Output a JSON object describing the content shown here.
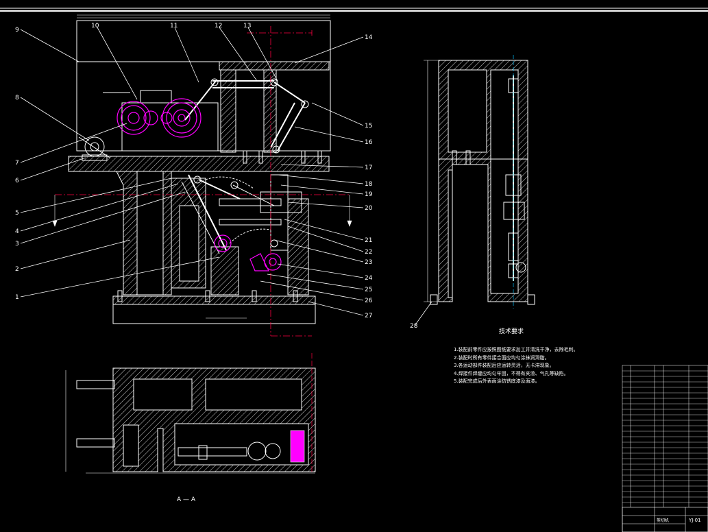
{
  "labels": {
    "left": [
      "9",
      "8",
      "7",
      "6",
      "5",
      "4",
      "3",
      "2",
      "1"
    ],
    "top": [
      "10",
      "11",
      "12",
      "13",
      "14"
    ],
    "right": [
      "15",
      "16",
      "17",
      "18",
      "19",
      "20",
      "21",
      "22",
      "23",
      "24",
      "25",
      "26",
      "27"
    ],
    "side": "28",
    "section": "A — A"
  },
  "tech": {
    "title": "技术要求",
    "lines": [
      "1.装配前零件应按照图纸要求加工并清洗干净，去除毛刺。",
      "2.装配时所有零件接合面应均匀涂抹润滑脂。",
      "3.各运动部件装配后应运转灵活，无卡滞现象。",
      "4.焊接件焊缝应均匀牢固，不得有夹渣、气孔等缺陷。",
      "5.装配完成后外表面涂防锈底漆及面漆。"
    ]
  },
  "title_block": {
    "name": "剪切机",
    "code": "YJ-01"
  },
  "colors": {
    "line": "#ffffff",
    "accent": "#ff00ff",
    "center": "#ff0040",
    "cyan": "#00c0ff"
  }
}
